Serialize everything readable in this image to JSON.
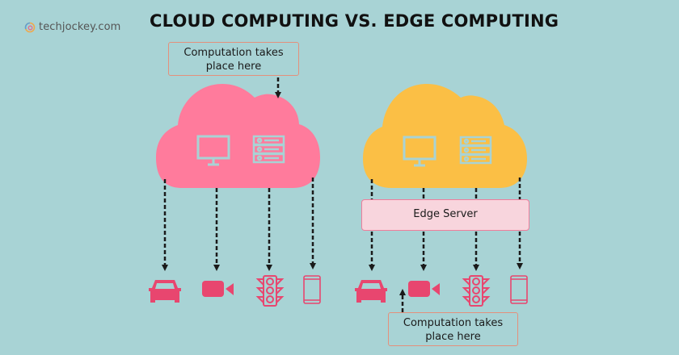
{
  "brand": {
    "name": "techjockey.com",
    "logo_icon": "techjockey-logo-icon"
  },
  "title": "CLOUD COMPUTING VS. EDGE COMPUTING",
  "cloud_computing": {
    "callout": {
      "line1": "Computation takes",
      "line2": "place here"
    },
    "cloud_color": "#ff7b9c",
    "cloud_icons": [
      "monitor-icon",
      "server-rack-icon"
    ],
    "devices": [
      "car-icon",
      "video-camera-icon",
      "traffic-light-icon",
      "smartphone-icon"
    ]
  },
  "edge_computing": {
    "cloud_color": "#fbbf45",
    "cloud_icons": [
      "monitor-icon",
      "server-rack-icon"
    ],
    "edge_server_label": "Edge Server",
    "devices": [
      "car-icon",
      "video-camera-icon",
      "traffic-light-icon",
      "smartphone-icon"
    ],
    "callout": {
      "line1": "Computation takes",
      "line2": "place here"
    }
  },
  "colors": {
    "background": "#a8d3d5",
    "device": "#e8466f",
    "arrow": "#1a1a1a",
    "callout_border": "#e4907c",
    "edge_server_fill": "#f8d5dd",
    "edge_server_border": "#ef7d9b"
  }
}
